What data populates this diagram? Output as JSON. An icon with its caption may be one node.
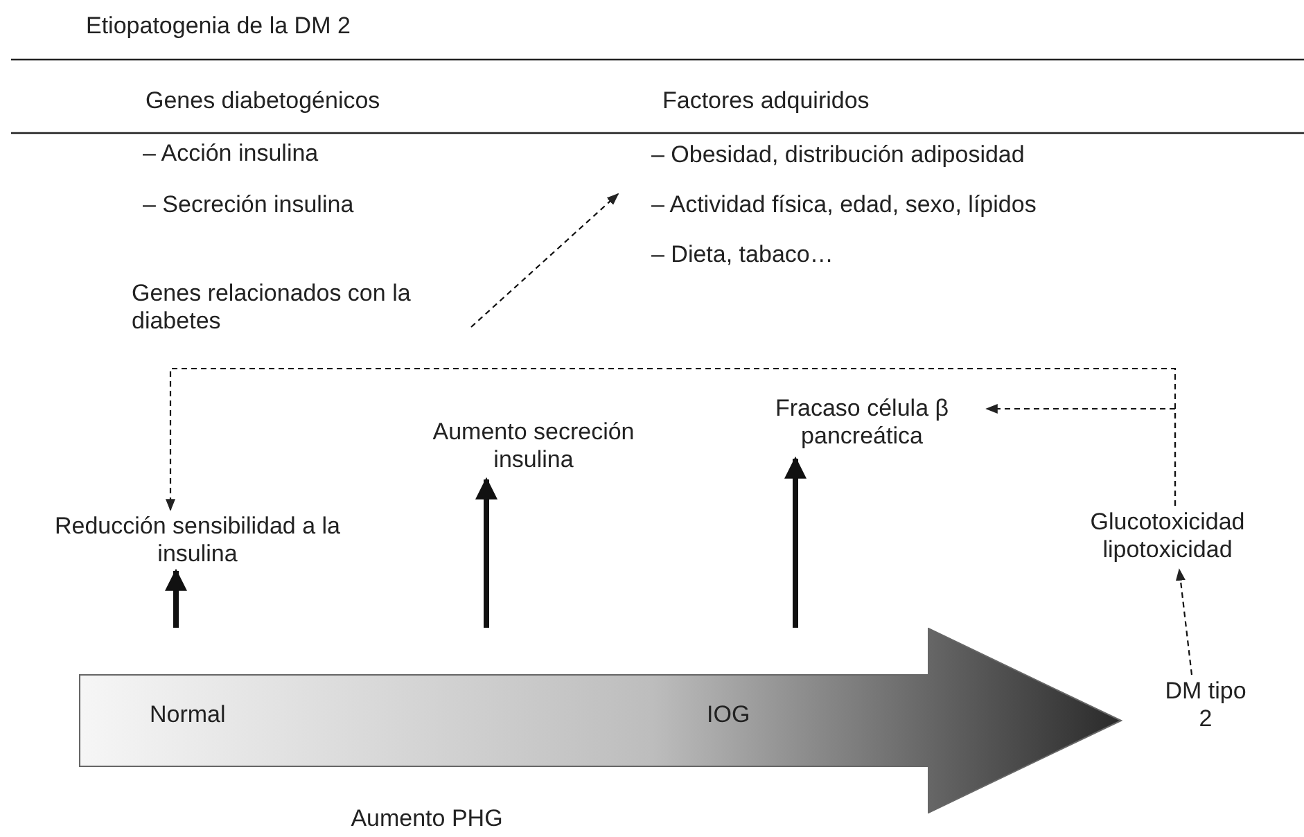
{
  "diagram": {
    "title": "Etiopatogenia de la DM 2",
    "nodes": [
      {
        "text": [
          "Reducción sensibilidad a la insulina"
        ]
      },
      {
        "text": [
          "Aumento secreción insulina"
        ]
      },
      {
        "text": [
          "Fracaso célula β pancreática"
        ]
      },
      {
        "text": [
          "Glucotoxicidad lipotoxicidad"
        ]
      },
      {
        "text": [
          "DM tipo 2"
        ]
      },
      {
        "text": [
          "Genes relacionados con la diabetes"
        ]
      },
      {
        "text": [
          "– Obesidad, distribución adiposidad",
          "– Actividad física, edad, sexo, lípidos",
          "– Dieta, tabaco…"
        ]
      },
      {
        "text": [
          "Normal",
          "IOG"
        ]
      }
    ],
    "edges": [
      {
        "from": 7,
        "to": 0,
        "arrow": "to",
        "style": "thick"
      },
      {
        "from": 7,
        "to": 1,
        "arrow": "to",
        "style": "thick"
      },
      {
        "from": 7,
        "to": 2,
        "arrow": "to",
        "style": "thick"
      },
      {
        "from": 3,
        "to": 0,
        "arrow": "to",
        "style": "dashed"
      },
      {
        "from": 3,
        "to": 2,
        "arrow": "to",
        "style": "dashed"
      },
      {
        "from": 4,
        "to": 3,
        "arrow": "to",
        "style": "dashed"
      },
      {
        "from": 5,
        "to": 6,
        "arrow": "to",
        "style": "dashed"
      }
    ],
    "labels": [
      "Genes diabetogénicos",
      "Factores adquiridos",
      "– Acción insulina",
      "– Secreción insulina",
      "Aumento PHG"
    ]
  }
}
